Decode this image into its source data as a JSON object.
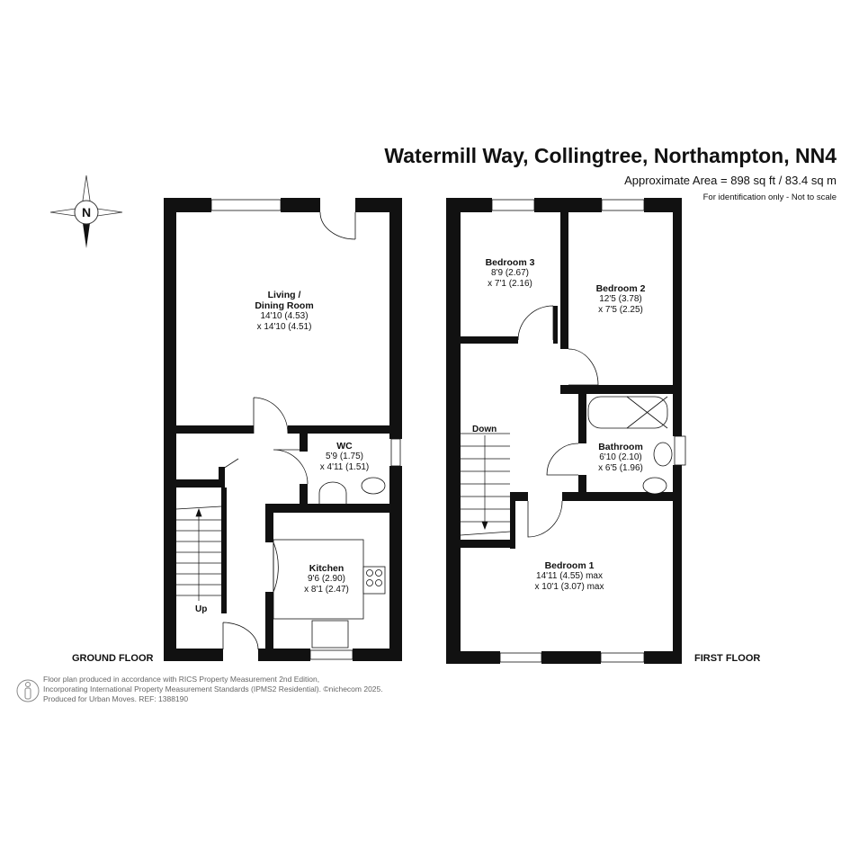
{
  "header": {
    "title": "Watermill Way, Collingtree, Northampton, NN4",
    "area": "Approximate Area = 898 sq ft / 83.4 sq m",
    "disclaimer": "For identification only - Not to scale"
  },
  "compass": {
    "label": "N"
  },
  "ground_floor": {
    "label": "GROUND FLOOR",
    "stairs_label": "Up",
    "rooms": [
      {
        "name": "Living /",
        "name2": "Dining Room",
        "dim1": "14'10 (4.53)",
        "dim2": "x 14'10 (4.51)"
      },
      {
        "name": "WC",
        "dim1": "5'9 (1.75)",
        "dim2": "x 4'11 (1.51)"
      },
      {
        "name": "Kitchen",
        "dim1": "9'6 (2.90)",
        "dim2": "x 8'1 (2.47)"
      }
    ]
  },
  "first_floor": {
    "label": "FIRST FLOOR",
    "stairs_label": "Down",
    "rooms": [
      {
        "name": "Bedroom 3",
        "dim1": "8'9 (2.67)",
        "dim2": "x 7'1 (2.16)"
      },
      {
        "name": "Bedroom 2",
        "dim1": "12'5 (3.78)",
        "dim2": "x 7'5 (2.25)"
      },
      {
        "name": "Bathroom",
        "dim1": "6'10 (2.10)",
        "dim2": "x 6'5 (1.96)"
      },
      {
        "name": "Bedroom 1",
        "dim1": "14'11 (4.55) max",
        "dim2": "x 10'1 (3.07) max"
      }
    ]
  },
  "footer": {
    "line1": "Floor plan produced in accordance with RICS Property Measurement 2nd Edition,",
    "line2": "Incorporating International Property Measurement Standards (IPMS2 Residential).   ©nichecom 2025.",
    "line3": "Produced for Urban Moves.   REF: 1388190"
  }
}
